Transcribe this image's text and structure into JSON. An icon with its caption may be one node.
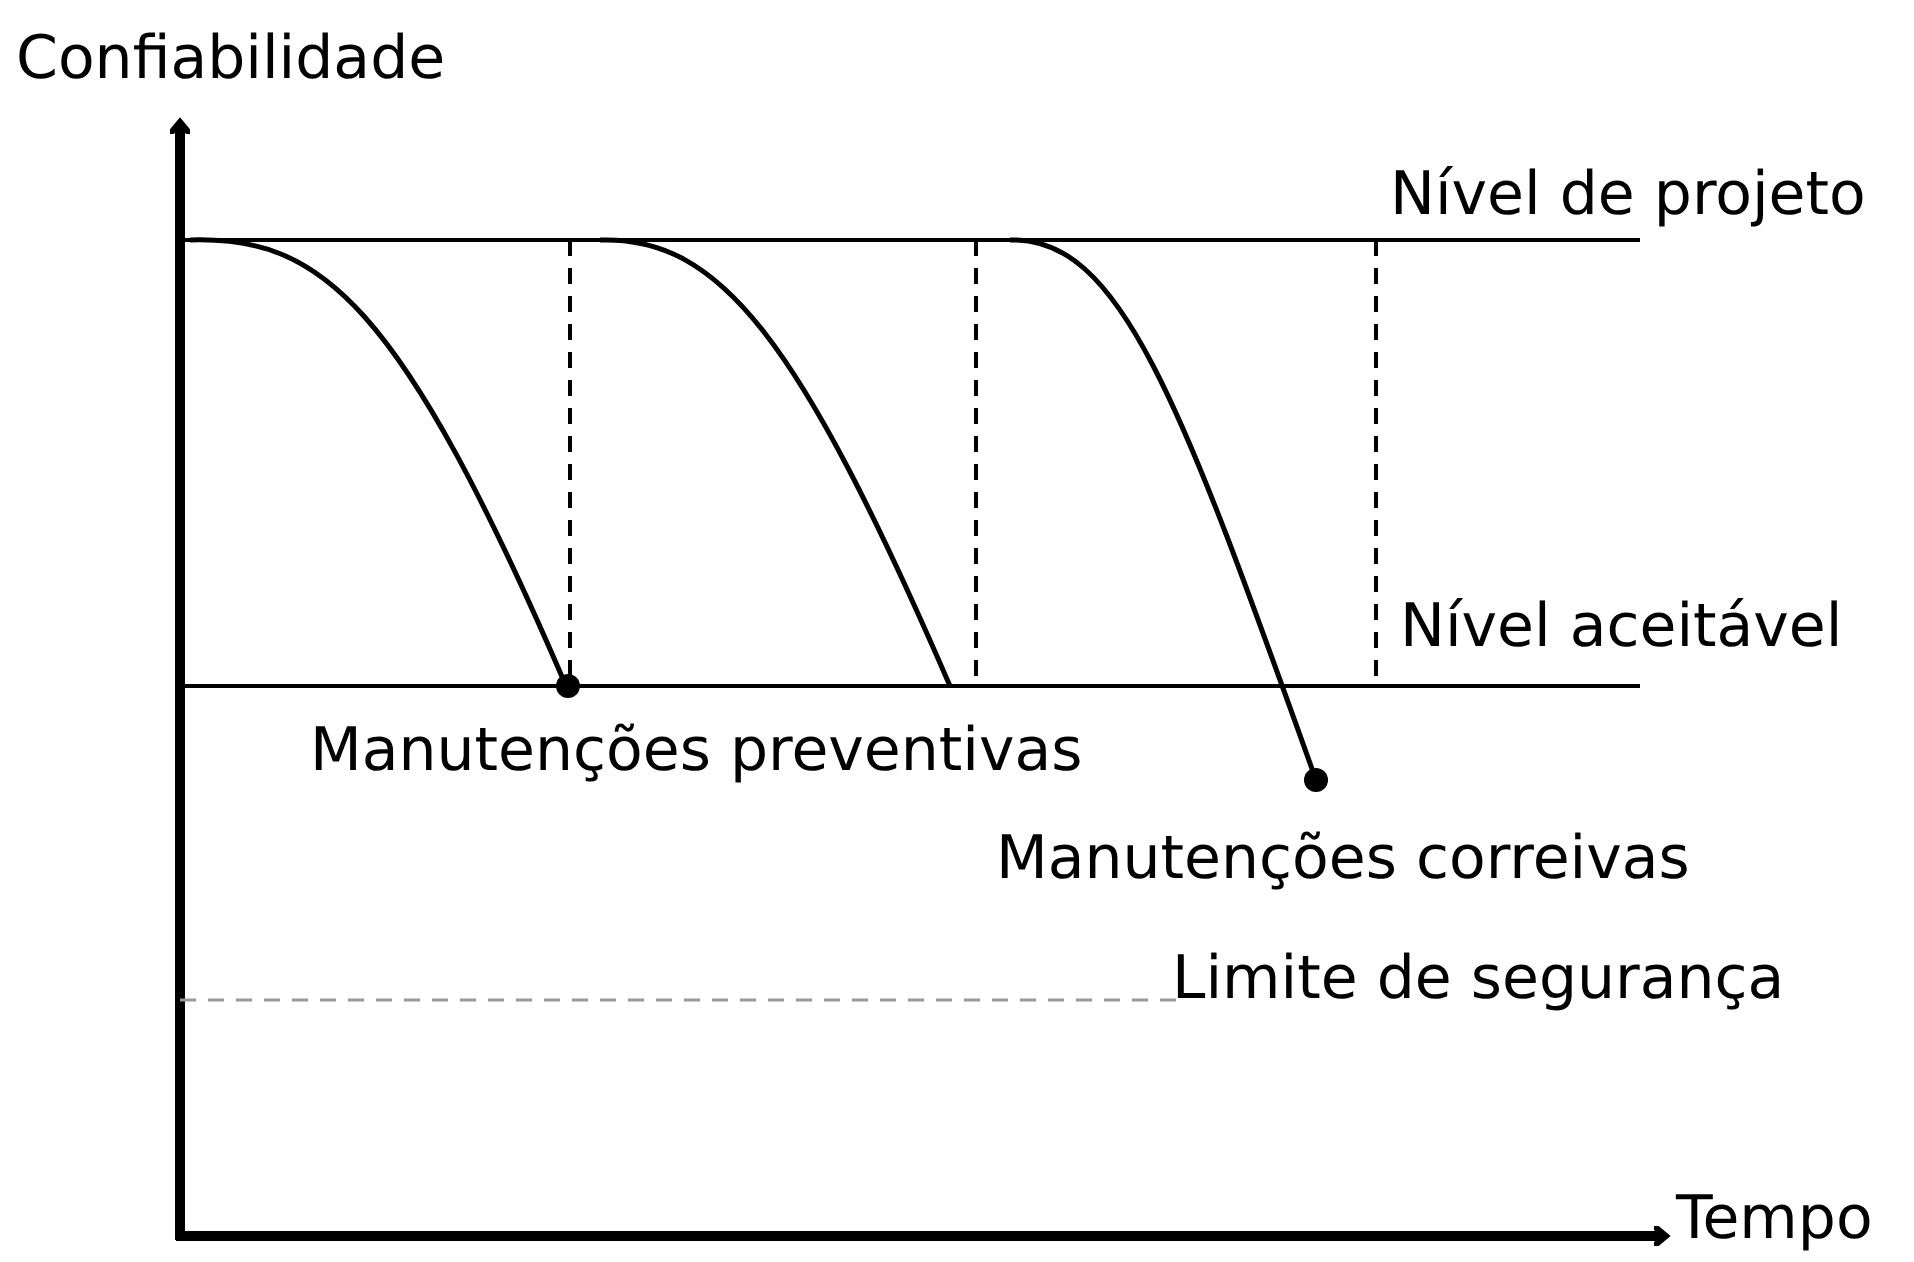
{
  "diagram": {
    "labels": [
      "Confiabilidade",
      "Nível de projeto",
      "Nível aceitável",
      "Manutenções preventivas",
      "Manutenções correivas",
      "Limite de segurança",
      "Tempo"
    ]
  }
}
